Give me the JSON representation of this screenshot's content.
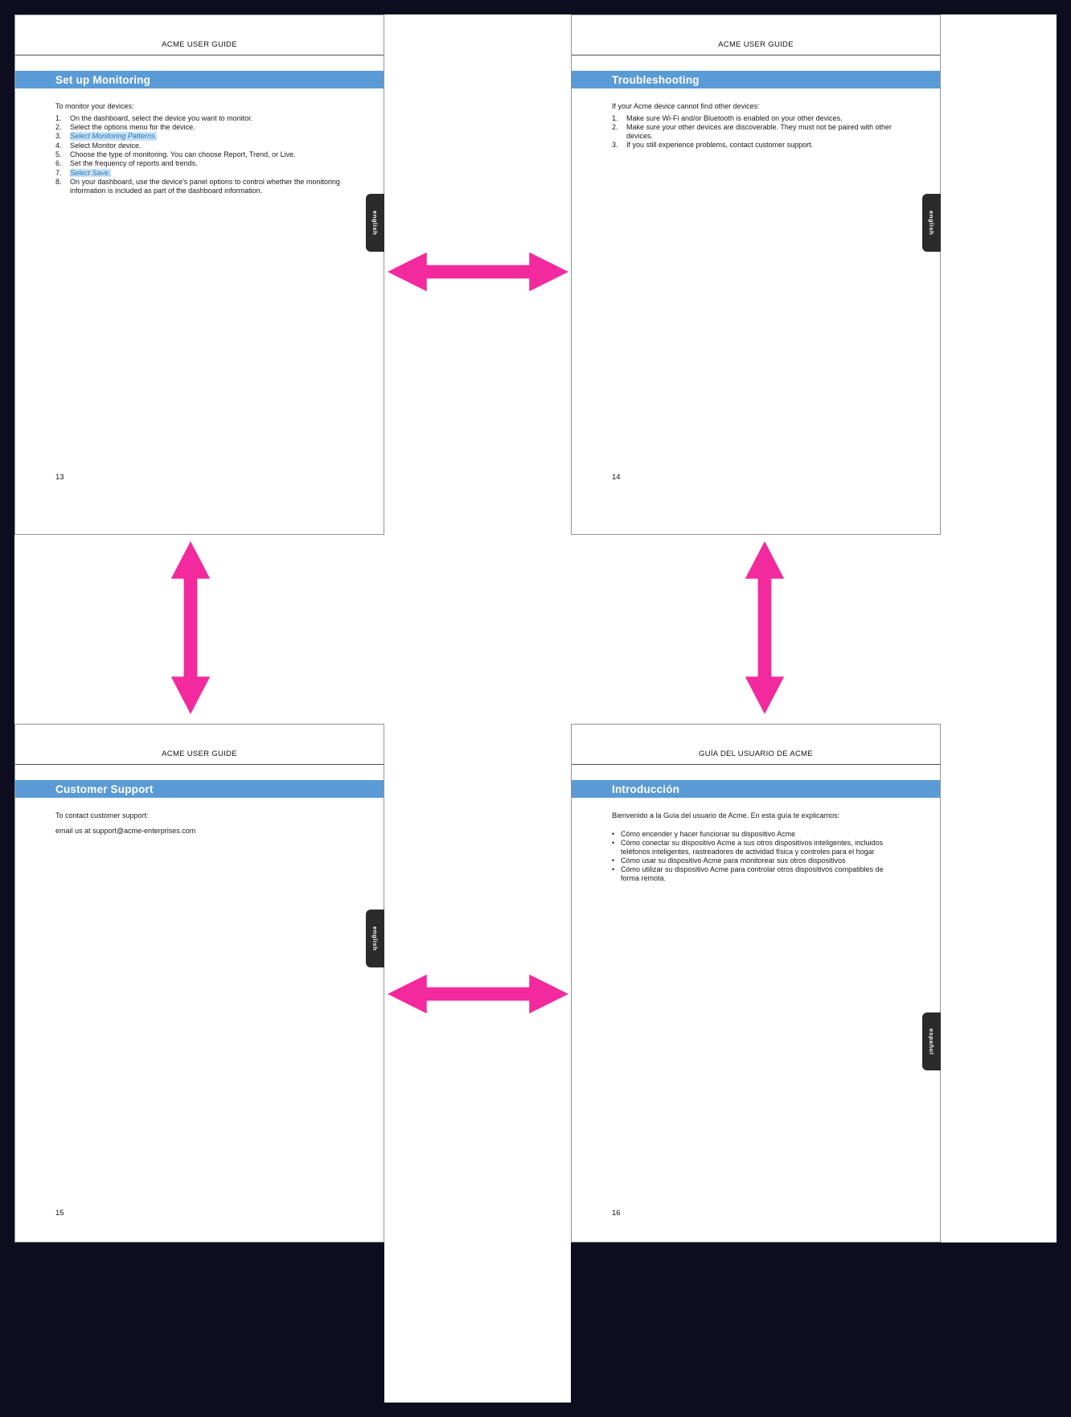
{
  "document": {
    "pages": [
      {
        "header": "ACME USER GUIDE",
        "title": "Set up Monitoring",
        "intro": "To monitor your devices:",
        "steps": [
          "On the dashboard, select the device you want to monitor.",
          "Select the options menu for the device.",
          "Select Monitoring Patterns.",
          "Select Monitor device.",
          "Choose the type of monitoring. You can choose Report, Trend, or Live.",
          "Set the frequency of reports and trends.",
          "Select Save.",
          "On your dashboard, use the device's panel options to control whether the monitoring information is included as part of the dashboard information."
        ],
        "highlighted_steps": [
          3,
          7
        ],
        "page_number": "13",
        "tab_label": "english"
      },
      {
        "header": "ACME USER GUIDE",
        "title": "Troubleshooting",
        "intro": "If your Acme device cannot find other devices:",
        "steps": [
          "Make sure Wi-Fi and/or Bluetooth is enabled on your other devices.",
          "Make sure your other devices are discoverable. They must not be paired with other devices.",
          "If you still experience problems, contact customer support."
        ],
        "page_number": "14",
        "tab_label": "english"
      },
      {
        "header": "ACME USER GUIDE",
        "title": "Customer Support",
        "paragraphs": [
          "To contact customer support:",
          "email us at support@acme-enterprises.com"
        ],
        "page_number": "15",
        "tab_label": "english"
      },
      {
        "header": "GUÍA DEL USUARIO DE ACME",
        "title": "Introducción",
        "intro": "Bienvenido a la Guía del usuario de Acme. En esta guía te explicamos:",
        "bullets": [
          "Cómo encender y hacer funcionar su dispositivo Acme",
          "Cómo conectar su dispositivo Acme a sus otros dispositivos inteligentes, incluidos teléfonos inteligentes, rastreadores de actividad física y controles para el hogar",
          "Cómo usar su dispositivo Acme para monitorear sus otros dispositivos",
          "Cómo utilizar su dispositivo Acme para controlar otros dispositivos compatibles de forma remota."
        ],
        "page_number": "16",
        "tab_label": "español"
      }
    ]
  },
  "colors": {
    "banner_blue": "#5b9bd5",
    "arrow_pink": "#f22a9e",
    "highlight_bg": "#c9e2f6",
    "highlight_text": "#2173bd",
    "tab_bg": "#2b2b2b",
    "page_bg": "#ffffff",
    "frame_bg": "#0d0d1f"
  }
}
